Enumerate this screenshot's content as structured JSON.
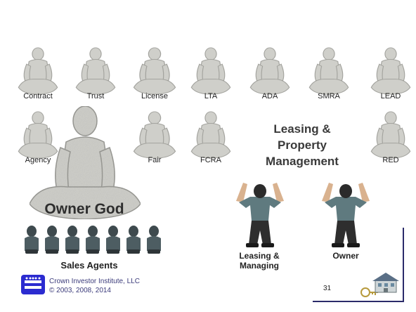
{
  "statues_row1": [
    {
      "label": "Contract"
    },
    {
      "label": "Trust"
    },
    {
      "label": "License"
    },
    {
      "label": "LTA"
    },
    {
      "label": "ADA"
    },
    {
      "label": "SMRA"
    },
    {
      "label": "LEAD"
    }
  ],
  "statues_row2": [
    {
      "label": "Agency"
    },
    {
      "label": "Fair"
    },
    {
      "label": "FCRA"
    },
    {
      "label": "RED"
    }
  ],
  "heading": {
    "line1": "Leasing &",
    "line2": "Property",
    "line3": "Management"
  },
  "owner_god": {
    "label": "Owner God"
  },
  "sales_agents": {
    "label": "Sales Agents",
    "count": 7
  },
  "kneeling": {
    "left_line1": "Leasing &",
    "left_line2": "Managing",
    "right": "Owner"
  },
  "footer": {
    "company": "Crown Investor Institute, LLC",
    "copyright": "© 2003, 2008, 2014",
    "page": "31"
  },
  "colors": {
    "stone": "#c9c9c4",
    "frame": "#2b2b6a",
    "logo": "#2b2bd0",
    "figure_shirt": "#5f7a7f",
    "figure_pants": "#2e2e2e"
  }
}
